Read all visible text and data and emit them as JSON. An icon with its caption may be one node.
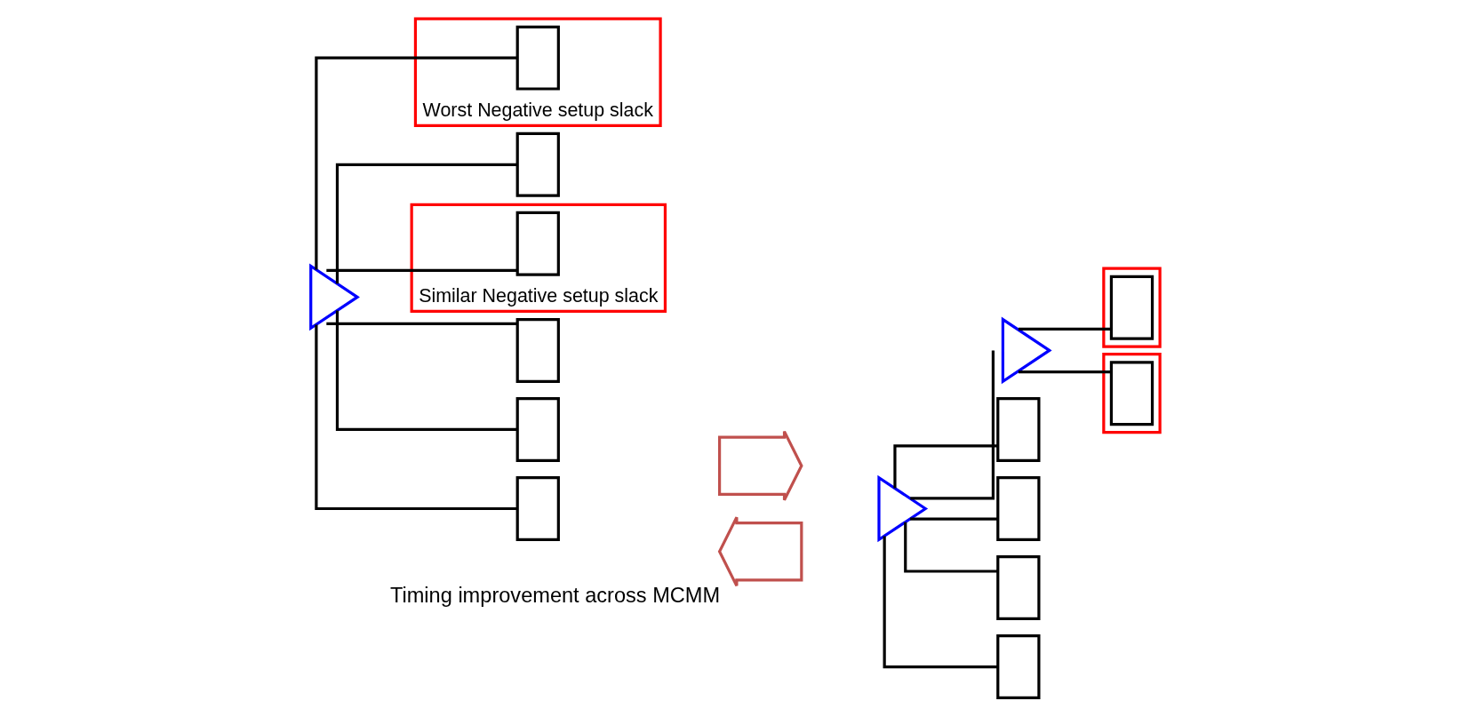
{
  "diagram": {
    "nodes": [
      {
        "text": [],
        "shape": "triangle"
      },
      {
        "text": [],
        "shape": "box",
        "beside": [
          "Worst Negative setup slack"
        ]
      },
      {
        "text": [],
        "shape": "box",
        "in": 1
      },
      {
        "text": [],
        "shape": "box"
      },
      {
        "text": [],
        "shape": "box",
        "beside": [
          "Similar Negative setup slack"
        ]
      },
      {
        "text": [],
        "shape": "box",
        "in": 4
      },
      {
        "text": [],
        "shape": "box"
      },
      {
        "text": [],
        "shape": "box"
      },
      {
        "text": [],
        "shape": "box"
      },
      {
        "text": [],
        "shape": "arrow"
      },
      {
        "text": [],
        "shape": "arrow",
        "beside": [
          "Timing improvement across MCMM"
        ]
      },
      {
        "text": [],
        "shape": "triangle"
      },
      {
        "text": [],
        "shape": "triangle"
      },
      {
        "text": [],
        "shape": "box"
      },
      {
        "text": [],
        "shape": "box",
        "in": 13
      },
      {
        "text": [],
        "shape": "box"
      },
      {
        "text": [],
        "shape": "box"
      },
      {
        "text": [],
        "shape": "box",
        "in": 16
      },
      {
        "text": [],
        "shape": "box"
      },
      {
        "text": [],
        "shape": "box"
      },
      {
        "text": [],
        "shape": "box"
      }
    ],
    "edges": [
      {
        "from": 0,
        "to": 2,
        "arrow": "none"
      },
      {
        "from": 0,
        "to": 3,
        "arrow": "none"
      },
      {
        "from": 0,
        "to": 5,
        "arrow": "none"
      },
      {
        "from": 0,
        "to": 6,
        "arrow": "none"
      },
      {
        "from": 0,
        "to": 7,
        "arrow": "none"
      },
      {
        "from": 0,
        "to": 8,
        "arrow": "none"
      },
      {
        "from": 11,
        "to": 12,
        "arrow": "none"
      },
      {
        "from": 12,
        "to": 14,
        "arrow": "none"
      },
      {
        "from": 12,
        "to": 17,
        "arrow": "none"
      },
      {
        "from": 11,
        "to": 15,
        "arrow": "none"
      },
      {
        "from": 11,
        "to": 18,
        "arrow": "none"
      },
      {
        "from": 11,
        "to": 19,
        "arrow": "none"
      },
      {
        "from": 11,
        "to": 20,
        "arrow": "none"
      }
    ]
  }
}
